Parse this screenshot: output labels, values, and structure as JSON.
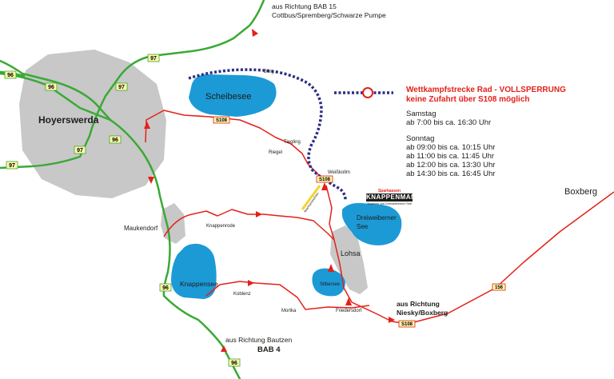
{
  "map": {
    "lakes": {
      "scheibesee": "Scheibesee",
      "dreiweiberner": [
        "Dreiweiberner",
        "See"
      ],
      "knappensee": "Knappensee",
      "silbersee": "Silbersee"
    },
    "places": {
      "hoyerswerda": "Hoyerswerda",
      "maukendorf": "Maukendorf",
      "lohsa": "Lohsa",
      "boxberg": "Boxberg",
      "burg": "Burg",
      "tiegling": "Tiegling",
      "riegel": "Riegel",
      "weisskollm": "Weißkollm",
      "knappenrode": "Knappenrode",
      "koblenz": "Koblenz",
      "mortka": "Mortka",
      "friedersdorf": "Friedersdorf"
    },
    "road_shields": {
      "b97": "97",
      "b96": "96",
      "s108": "S108",
      "b156": "156"
    },
    "directions": {
      "north": [
        "aus Richtung  BAB 15",
        "Cottbus/Spremberg/Schwarze Pumpe"
      ],
      "east": [
        "aus Richtung",
        "Niesky/Boxberg"
      ],
      "south": [
        "aus Richtung Bautzen",
        "BAB 4"
      ]
    },
    "small_road_label": "Wachsenmühlen"
  },
  "legend": {
    "closure_title": "Wettkampfstrecke Rad  - VOLLSPERRUNG",
    "closure_note": "keine Zufahrt über S108 möglich",
    "saturday": {
      "day": "Samstag",
      "times": [
        "ab 7:00 bis ca. 16:30 Uhr"
      ]
    },
    "sunday": {
      "day": "Sonntag",
      "times": [
        "ab 09:00 bis ca. 10:15 Uhr",
        "ab 11:00 bis ca. 11:45 Uhr",
        "ab 12:00 bis ca. 13:30 Uhr",
        "ab 14:30 bis ca. 16:45 Uhr"
      ]
    }
  },
  "logo": {
    "top": "Sparkassen",
    "main": "KNAPPENMAN",
    "sub": "Triathlon am Dreiweiberner See"
  },
  "colors": {
    "lake": "#1c9ad6",
    "town_area": "#c8c8c8",
    "green_road": "#3aa935",
    "red_road": "#e32119",
    "race_route": "#2c2e83",
    "shield_fill": "#fff7a8",
    "small_road": "#f2d52e"
  }
}
